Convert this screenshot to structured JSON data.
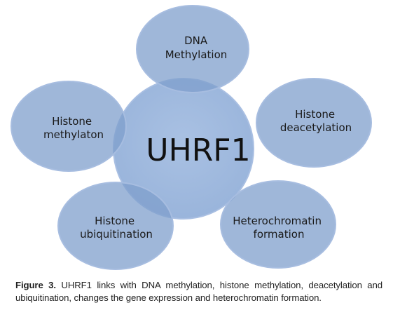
{
  "diagram": {
    "center": {
      "label": "UHRF1"
    },
    "nodes": [
      {
        "id": "dna-methylation",
        "lines": [
          "DNA",
          "Methylation"
        ]
      },
      {
        "id": "histone-deacetylation",
        "lines": [
          "Histone",
          "deacetylation"
        ]
      },
      {
        "id": "heterochromatin-formation",
        "lines": [
          "Heterochromatin",
          "formation"
        ]
      },
      {
        "id": "histone-ubiquitination",
        "lines": [
          "Histone",
          "ubiquitination"
        ]
      },
      {
        "id": "histone-methylaton",
        "lines": [
          "Histone",
          "methylaton"
        ]
      }
    ],
    "colors": {
      "fill": "#7f9fcc",
      "stroke": "#a7bde0",
      "text": "#1a1a1a"
    }
  },
  "caption": {
    "label": "Figure 3.",
    "text": " UHRF1 links with DNA methylation, histone methylation, deacetylation and ubiquitination, changes the gene expression and heterochromatin formation."
  }
}
